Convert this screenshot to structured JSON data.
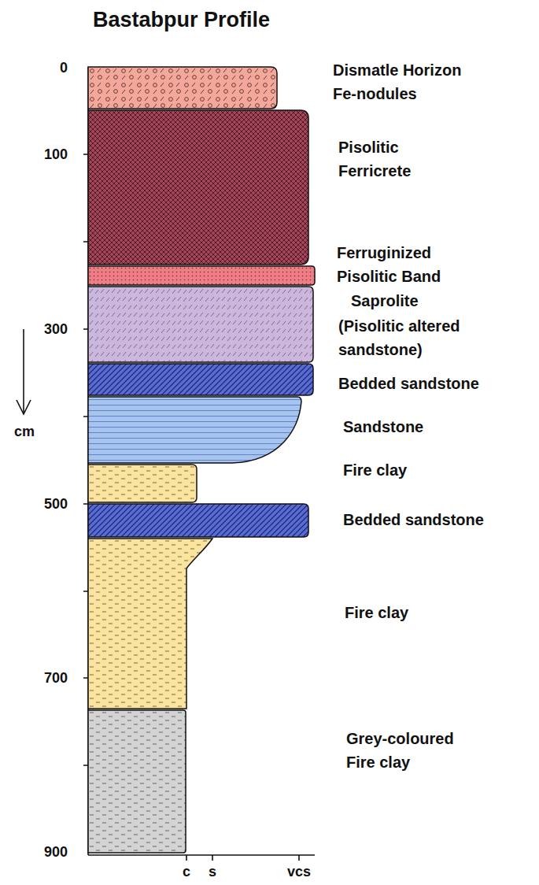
{
  "diagram": {
    "title": "Bastabpur Profile",
    "nodes": [
      {
        "text": [
          "Dismatle Horizon Fe-nodules"
        ]
      },
      {
        "text": [
          "Pisolitic Ferricrete"
        ]
      },
      {
        "text": [
          "Ferruginized Pisolitic Band"
        ]
      },
      {
        "text": [
          "Saprolite",
          "(Pisolitic altered sandstone)"
        ]
      },
      {
        "text": [
          "Bedded sandstone"
        ]
      },
      {
        "text": [
          "Sandstone"
        ]
      },
      {
        "text": [
          "Fire clay"
        ]
      },
      {
        "text": [
          "Bedded sandstone"
        ]
      },
      {
        "text": [
          "Fire clay"
        ]
      },
      {
        "text": [
          "Grey-coloured Fire clay"
        ]
      }
    ],
    "labels": [
      "0",
      "100",
      "300",
      "500",
      "700",
      "900",
      "cm",
      "c",
      "s",
      "vcs"
    ]
  }
}
